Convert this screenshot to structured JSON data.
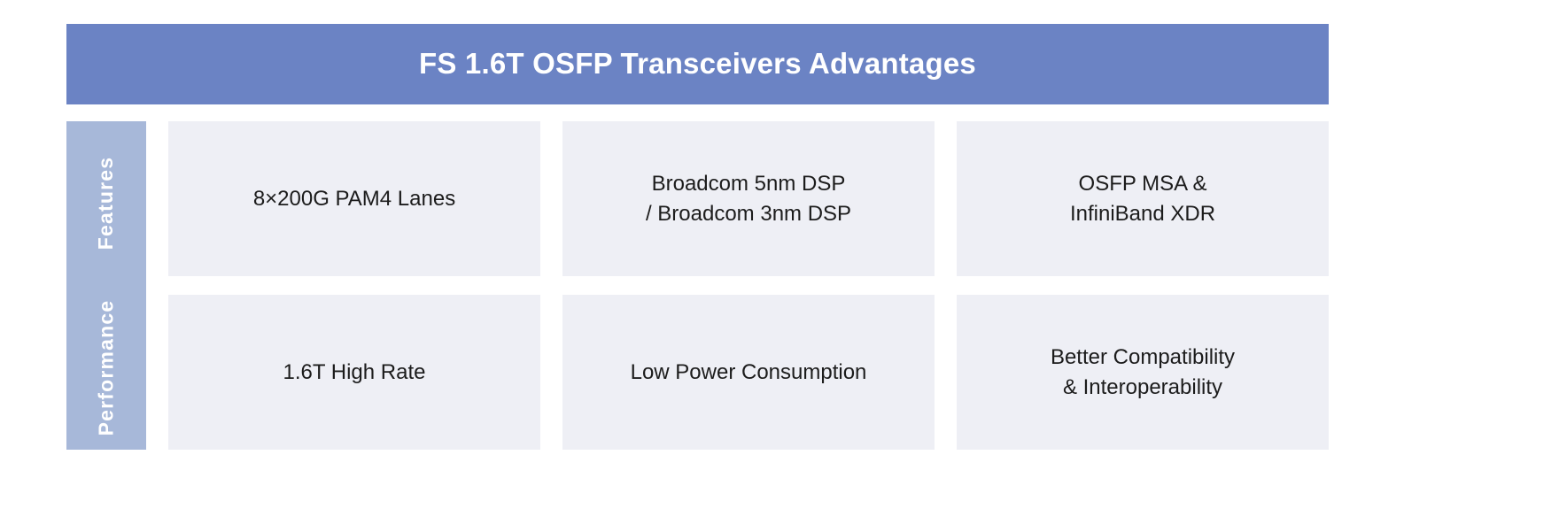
{
  "header": {
    "title": "FS 1.6T OSFP Transceivers Advantages",
    "background_color": "#6b83c4",
    "text_color": "#ffffff"
  },
  "rail": {
    "background_color": "#a7b8d9",
    "text_color": "#ffffff",
    "rows": [
      {
        "label": "Features"
      },
      {
        "label": "Performance"
      }
    ]
  },
  "cards": {
    "background_color": "#eeeff5",
    "text_color": "#1c1c1c",
    "rows": [
      {
        "category": "Features",
        "items": [
          {
            "text": "8×200G PAM4 Lanes"
          },
          {
            "text": "Broadcom 5nm DSP\n/ Broadcom 3nm DSP"
          },
          {
            "text": "OSFP MSA &\nInfiniBand XDR"
          }
        ]
      },
      {
        "category": "Performance",
        "items": [
          {
            "text": "1.6T High Rate"
          },
          {
            "text": "Low Power Consumption"
          },
          {
            "text": "Better Compatibility\n& Interoperability"
          }
        ]
      }
    ]
  }
}
